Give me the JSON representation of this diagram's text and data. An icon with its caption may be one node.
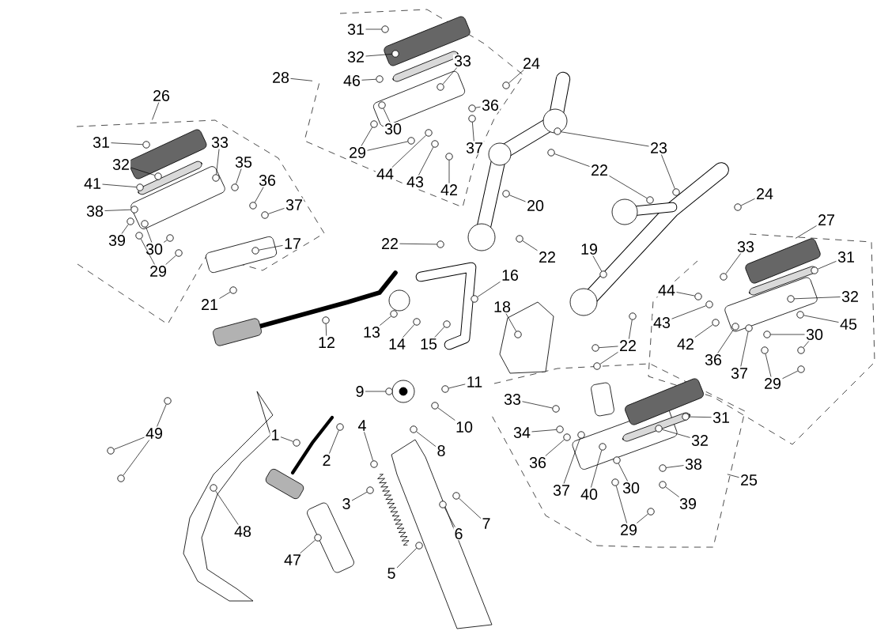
{
  "diagram": {
    "nodes": [
      {
        "text": [
          "31"
        ]
      },
      {
        "text": [
          "32"
        ]
      },
      {
        "text": [
          "33"
        ]
      },
      {
        "text": [
          "24"
        ]
      },
      {
        "text": [
          "28"
        ]
      },
      {
        "text": [
          "46"
        ]
      },
      {
        "text": [
          "26"
        ]
      },
      {
        "text": [
          "36"
        ]
      },
      {
        "text": [
          "30"
        ]
      },
      {
        "text": [
          "31"
        ]
      },
      {
        "text": [
          "33"
        ]
      },
      {
        "text": [
          "23"
        ]
      },
      {
        "text": [
          "37"
        ]
      },
      {
        "text": [
          "29"
        ]
      },
      {
        "text": [
          "35"
        ]
      },
      {
        "text": [
          "32"
        ]
      },
      {
        "text": [
          "22"
        ]
      },
      {
        "text": [
          "44"
        ]
      },
      {
        "text": [
          "36"
        ]
      },
      {
        "text": [
          "43"
        ]
      },
      {
        "text": [
          "41"
        ]
      },
      {
        "text": [
          "42"
        ]
      },
      {
        "text": [
          "24"
        ]
      },
      {
        "text": [
          "37"
        ]
      },
      {
        "text": [
          "20"
        ]
      },
      {
        "text": [
          "38"
        ]
      },
      {
        "text": [
          "27"
        ]
      },
      {
        "text": [
          "39"
        ]
      },
      {
        "text": [
          "22"
        ]
      },
      {
        "text": [
          "17"
        ]
      },
      {
        "text": [
          "33"
        ]
      },
      {
        "text": [
          "30"
        ]
      },
      {
        "text": [
          "19"
        ]
      },
      {
        "text": [
          "31"
        ]
      },
      {
        "text": [
          "22"
        ]
      },
      {
        "text": [
          "29"
        ]
      },
      {
        "text": [
          "16"
        ]
      },
      {
        "text": [
          "44"
        ]
      },
      {
        "text": [
          "32"
        ]
      },
      {
        "text": [
          "21"
        ]
      },
      {
        "text": [
          "18"
        ]
      },
      {
        "text": [
          "43"
        ]
      },
      {
        "text": [
          "45"
        ]
      },
      {
        "text": [
          "13"
        ]
      },
      {
        "text": [
          "30"
        ]
      },
      {
        "text": [
          "12"
        ]
      },
      {
        "text": [
          "14"
        ]
      },
      {
        "text": [
          "15"
        ]
      },
      {
        "text": [
          "42"
        ]
      },
      {
        "text": [
          "22"
        ]
      },
      {
        "text": [
          "36"
        ]
      },
      {
        "text": [
          "37"
        ]
      },
      {
        "text": [
          "29"
        ]
      },
      {
        "text": [
          "11"
        ]
      },
      {
        "text": [
          "9"
        ]
      },
      {
        "text": [
          "33"
        ]
      },
      {
        "text": [
          "31"
        ]
      },
      {
        "text": [
          "10"
        ]
      },
      {
        "text": [
          "4"
        ]
      },
      {
        "text": [
          "34"
        ]
      },
      {
        "text": [
          "49"
        ]
      },
      {
        "text": [
          "1"
        ]
      },
      {
        "text": [
          "32"
        ]
      },
      {
        "text": [
          "8"
        ]
      },
      {
        "text": [
          "2"
        ]
      },
      {
        "text": [
          "36"
        ]
      },
      {
        "text": [
          "38"
        ]
      },
      {
        "text": [
          "25"
        ]
      },
      {
        "text": [
          "30"
        ]
      },
      {
        "text": [
          "37"
        ]
      },
      {
        "text": [
          "40"
        ]
      },
      {
        "text": [
          "3"
        ]
      },
      {
        "text": [
          "39"
        ]
      },
      {
        "text": [
          "7"
        ]
      },
      {
        "text": [
          "29"
        ]
      },
      {
        "text": [
          "48"
        ]
      },
      {
        "text": [
          "6"
        ]
      },
      {
        "text": [
          "47"
        ]
      },
      {
        "text": [
          "5"
        ]
      },
      {
        "text": [],
        "shape": "circle"
      },
      {
        "text": [],
        "shape": "circle"
      },
      {
        "text": [],
        "shape": "circle"
      },
      {
        "text": [],
        "shape": "circle"
      },
      {
        "text": [],
        "shape": "circle"
      },
      {
        "text": [],
        "shape": "circle"
      },
      {
        "text": [],
        "shape": "circle"
      },
      {
        "text": [],
        "shape": "circle"
      },
      {
        "text": [],
        "shape": "circle"
      },
      {
        "text": [],
        "shape": "circle"
      },
      {
        "text": [],
        "shape": "circle"
      },
      {
        "text": [],
        "shape": "circle"
      },
      {
        "text": [],
        "shape": "circle"
      },
      {
        "text": [],
        "shape": "circle"
      },
      {
        "text": [],
        "shape": "circle"
      },
      {
        "text": [],
        "shape": "circle"
      },
      {
        "text": [],
        "shape": "circle"
      },
      {
        "text": [],
        "shape": "circle"
      },
      {
        "text": [],
        "shape": "circle"
      },
      {
        "text": [],
        "shape": "circle"
      },
      {
        "text": [],
        "shape": "circle"
      },
      {
        "text": [],
        "shape": "circle"
      },
      {
        "text": [],
        "shape": "circle"
      },
      {
        "text": [],
        "shape": "circle"
      },
      {
        "text": [],
        "shape": "circle"
      },
      {
        "text": [],
        "shape": "circle"
      },
      {
        "text": [],
        "shape": "circle"
      },
      {
        "text": [],
        "shape": "circle"
      },
      {
        "text": [],
        "shape": "circle"
      },
      {
        "text": [],
        "shape": "circle"
      },
      {
        "text": [],
        "shape": "circle"
      },
      {
        "text": [],
        "shape": "circle"
      },
      {
        "text": [],
        "shape": "circle"
      },
      {
        "text": [],
        "shape": "circle"
      },
      {
        "text": [],
        "shape": "circle"
      },
      {
        "text": [],
        "shape": "circle"
      },
      {
        "text": [],
        "shape": "circle"
      },
      {
        "text": [],
        "shape": "circle"
      },
      {
        "text": [],
        "shape": "circle"
      },
      {
        "text": [],
        "shape": "circle"
      },
      {
        "text": [],
        "shape": "circle"
      },
      {
        "text": [],
        "shape": "circle"
      },
      {
        "text": [],
        "shape": "circle"
      },
      {
        "text": [],
        "shape": "circle"
      },
      {
        "text": [],
        "shape": "circle"
      },
      {
        "text": [],
        "shape": "circle"
      },
      {
        "text": [],
        "shape": "circle"
      },
      {
        "text": [],
        "shape": "circle"
      },
      {
        "text": [],
        "shape": "circle"
      },
      {
        "text": [],
        "shape": "circle"
      },
      {
        "text": [],
        "shape": "circle"
      },
      {
        "text": [],
        "shape": "circle"
      },
      {
        "text": [],
        "shape": "circle"
      },
      {
        "text": [],
        "shape": "circle"
      },
      {
        "text": [],
        "shape": "circle"
      },
      {
        "text": [],
        "shape": "circle"
      },
      {
        "text": [],
        "shape": "circle"
      },
      {
        "text": [],
        "shape": "circle"
      },
      {
        "text": [],
        "shape": "circle"
      },
      {
        "text": [],
        "shape": "circle"
      },
      {
        "text": [],
        "shape": "circle"
      },
      {
        "text": [],
        "shape": "circle"
      },
      {
        "text": [],
        "shape": "circle"
      },
      {
        "text": [],
        "shape": "circle"
      },
      {
        "text": [],
        "shape": "circle"
      },
      {
        "text": [],
        "shape": "circle"
      },
      {
        "text": [],
        "shape": "circle"
      },
      {
        "text": [],
        "shape": "circle"
      },
      {
        "text": [],
        "shape": "circle"
      },
      {
        "text": [],
        "shape": "circle"
      },
      {
        "text": [],
        "shape": "circle"
      },
      {
        "text": [],
        "shape": "circle"
      },
      {
        "text": [],
        "shape": "circle"
      },
      {
        "text": [],
        "shape": "circle"
      },
      {
        "text": [],
        "shape": "circle"
      },
      {
        "text": [],
        "shape": "circle"
      },
      {
        "text": [],
        "shape": "circle"
      },
      {
        "text": [],
        "shape": "circle"
      },
      {
        "text": [],
        "shape": "circle"
      },
      {
        "text": [],
        "shape": "circle"
      },
      {
        "text": [],
        "shape": "circle"
      },
      {
        "text": [],
        "shape": "circle"
      },
      {
        "text": [],
        "shape": "circle"
      },
      {
        "text": [],
        "shape": "circle"
      },
      {
        "text": [],
        "shape": "circle"
      },
      {
        "text": [],
        "shape": "circle"
      },
      {
        "text": [],
        "shape": "circle"
      }
    ],
    "edges": [
      {
        "from": 0,
        "to": 79,
        "arrow": "none"
      },
      {
        "from": 1,
        "to": 80,
        "arrow": "none"
      },
      {
        "from": 2,
        "to": 81,
        "arrow": "none"
      },
      {
        "from": 3,
        "to": 82,
        "arrow": "none"
      },
      {
        "from": 4,
        "to": null,
        "arrow": "none"
      },
      {
        "from": 5,
        "to": 83,
        "arrow": "none"
      },
      {
        "from": 6,
        "to": null,
        "arrow": "none"
      },
      {
        "from": 7,
        "to": 84,
        "arrow": "none"
      },
      {
        "from": 8,
        "to": 85,
        "arrow": "none"
      },
      {
        "from": 9,
        "to": 86,
        "arrow": "none"
      },
      {
        "from": 10,
        "to": 87,
        "arrow": "none"
      },
      {
        "from": 11,
        "to": 88,
        "arrow": "none"
      },
      {
        "from": 11,
        "to": 89,
        "arrow": "none"
      },
      {
        "from": 12,
        "to": 90,
        "arrow": "none"
      },
      {
        "from": 13,
        "to": 91,
        "arrow": "none"
      },
      {
        "from": 13,
        "to": 92,
        "arrow": "none"
      },
      {
        "from": 14,
        "to": 93,
        "arrow": "none"
      },
      {
        "from": 15,
        "to": 94,
        "arrow": "none"
      },
      {
        "from": 16,
        "to": 95,
        "arrow": "none"
      },
      {
        "from": 16,
        "to": 96,
        "arrow": "none"
      },
      {
        "from": 17,
        "to": 97,
        "arrow": "none"
      },
      {
        "from": 18,
        "to": 98,
        "arrow": "none"
      },
      {
        "from": 19,
        "to": 99,
        "arrow": "none"
      },
      {
        "from": 20,
        "to": 100,
        "arrow": "none"
      },
      {
        "from": 21,
        "to": 101,
        "arrow": "none"
      },
      {
        "from": 22,
        "to": 102,
        "arrow": "none"
      },
      {
        "from": 23,
        "to": 103,
        "arrow": "none"
      },
      {
        "from": 24,
        "to": 104,
        "arrow": "none"
      },
      {
        "from": 25,
        "to": 105,
        "arrow": "none"
      },
      {
        "from": 26,
        "to": null,
        "arrow": "none"
      },
      {
        "from": 27,
        "to": 106,
        "arrow": "none"
      },
      {
        "from": 28,
        "to": 107,
        "arrow": "none"
      },
      {
        "from": 29,
        "to": 108,
        "arrow": "none"
      },
      {
        "from": 30,
        "to": 109,
        "arrow": "none"
      },
      {
        "from": 31,
        "to": 110,
        "arrow": "none"
      },
      {
        "from": 31,
        "to": 111,
        "arrow": "none"
      },
      {
        "from": 32,
        "to": 112,
        "arrow": "none"
      },
      {
        "from": 33,
        "to": 113,
        "arrow": "none"
      },
      {
        "from": 34,
        "to": 114,
        "arrow": "none"
      },
      {
        "from": 35,
        "to": 115,
        "arrow": "none"
      },
      {
        "from": 35,
        "to": 116,
        "arrow": "none"
      },
      {
        "from": 36,
        "to": 117,
        "arrow": "none"
      },
      {
        "from": 37,
        "to": 118,
        "arrow": "none"
      },
      {
        "from": 38,
        "to": 119,
        "arrow": "none"
      },
      {
        "from": 39,
        "to": 120,
        "arrow": "none"
      },
      {
        "from": 40,
        "to": 121,
        "arrow": "none"
      },
      {
        "from": 41,
        "to": 122,
        "arrow": "none"
      },
      {
        "from": 42,
        "to": 123,
        "arrow": "none"
      },
      {
        "from": 43,
        "to": 124,
        "arrow": "none"
      },
      {
        "from": 44,
        "to": 125,
        "arrow": "none"
      },
      {
        "from": 44,
        "to": 126,
        "arrow": "none"
      },
      {
        "from": 45,
        "to": 127,
        "arrow": "none"
      },
      {
        "from": 46,
        "to": 128,
        "arrow": "none"
      },
      {
        "from": 47,
        "to": 129,
        "arrow": "none"
      },
      {
        "from": 48,
        "to": 130,
        "arrow": "none"
      },
      {
        "from": 49,
        "to": 131,
        "arrow": "none"
      },
      {
        "from": 49,
        "to": 132,
        "arrow": "none"
      },
      {
        "from": 49,
        "to": 133,
        "arrow": "none"
      },
      {
        "from": 50,
        "to": 134,
        "arrow": "none"
      },
      {
        "from": 51,
        "to": 135,
        "arrow": "none"
      },
      {
        "from": 52,
        "to": 136,
        "arrow": "none"
      },
      {
        "from": 52,
        "to": 137,
        "arrow": "none"
      },
      {
        "from": 53,
        "to": 138,
        "arrow": "none"
      },
      {
        "from": 54,
        "to": 139,
        "arrow": "none"
      },
      {
        "from": 55,
        "to": 140,
        "arrow": "none"
      },
      {
        "from": 56,
        "to": 141,
        "arrow": "none"
      },
      {
        "from": 57,
        "to": 142,
        "arrow": "none"
      },
      {
        "from": 58,
        "to": 143,
        "arrow": "none"
      },
      {
        "from": 59,
        "to": 144,
        "arrow": "none"
      },
      {
        "from": 60,
        "to": 145,
        "arrow": "none"
      },
      {
        "from": 60,
        "to": 146,
        "arrow": "none"
      },
      {
        "from": 60,
        "to": 147,
        "arrow": "none"
      },
      {
        "from": 61,
        "to": 148,
        "arrow": "none"
      },
      {
        "from": 62,
        "to": 149,
        "arrow": "none"
      },
      {
        "from": 63,
        "to": 150,
        "arrow": "none"
      },
      {
        "from": 64,
        "to": 151,
        "arrow": "none"
      },
      {
        "from": 65,
        "to": 152,
        "arrow": "none"
      },
      {
        "from": 66,
        "to": 153,
        "arrow": "none"
      },
      {
        "from": 67,
        "to": null,
        "arrow": "none"
      },
      {
        "from": 68,
        "to": 154,
        "arrow": "none"
      },
      {
        "from": 69,
        "to": 155,
        "arrow": "none"
      },
      {
        "from": 70,
        "to": 156,
        "arrow": "none"
      },
      {
        "from": 71,
        "to": 157,
        "arrow": "none"
      },
      {
        "from": 72,
        "to": 158,
        "arrow": "none"
      },
      {
        "from": 73,
        "to": 159,
        "arrow": "none"
      },
      {
        "from": 74,
        "to": 160,
        "arrow": "none"
      },
      {
        "from": 74,
        "to": 161,
        "arrow": "none"
      },
      {
        "from": 75,
        "to": 162,
        "arrow": "none"
      },
      {
        "from": 76,
        "to": 163,
        "arrow": "none"
      },
      {
        "from": 77,
        "to": 164,
        "arrow": "none"
      },
      {
        "from": 78,
        "to": 165,
        "arrow": "none"
      }
    ]
  }
}
